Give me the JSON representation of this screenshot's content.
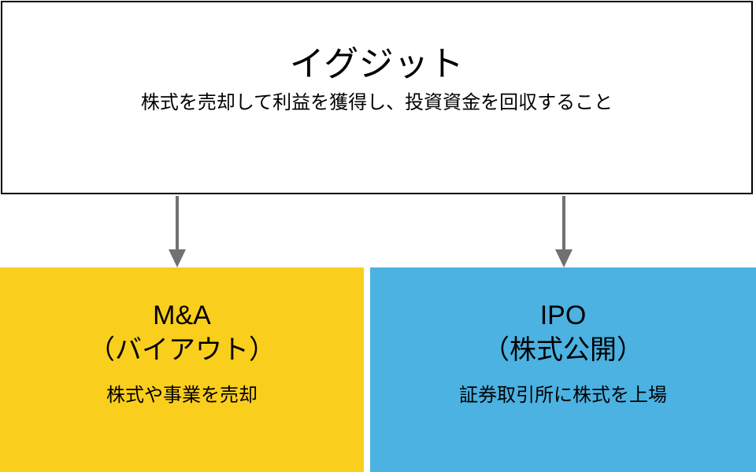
{
  "diagram": {
    "type": "hierarchy-flow",
    "background_color": "#FFFFFF",
    "root": {
      "title": "イグジット",
      "subtitle": "株式を売却して利益を獲得し、投資資金を回収すること",
      "border_color": "#000000",
      "fill_color": "#FFFFFF",
      "text_color": "#000000"
    },
    "connectors": [
      {
        "name": "arrow-to-ma",
        "direction": "down",
        "color": "#717171",
        "from": "root",
        "to": "ma"
      },
      {
        "name": "arrow-to-ipo",
        "direction": "down",
        "color": "#717171",
        "from": "root",
        "to": "ipo"
      }
    ],
    "children": [
      {
        "id": "ma",
        "heading_line1": "M&A",
        "heading_line2": "（バイアウト）",
        "heading": "M&A\n（バイアウト）",
        "description": "株式や事業を売却",
        "fill_color": "#FACE1D",
        "text_color": "#000000"
      },
      {
        "id": "ipo",
        "heading_line1": "IPO",
        "heading_line2": "（株式公開）",
        "heading": "IPO\n（株式公開）",
        "description": "証券取引所に株式を上場",
        "fill_color": "#4BB2E2",
        "text_color": "#000000"
      }
    ]
  }
}
